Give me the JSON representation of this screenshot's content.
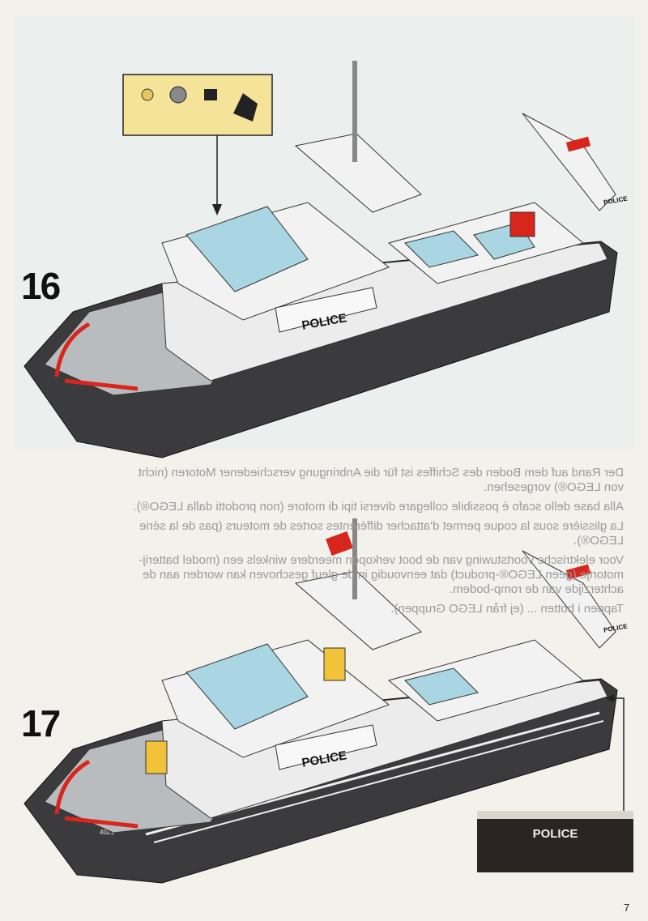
{
  "steps": [
    {
      "number": "16",
      "label": "POLICE",
      "rear_sign": "POLICE"
    },
    {
      "number": "17",
      "label": "POLICE",
      "rear_sign": "POLICE",
      "hull_number": "4021"
    }
  ],
  "inset": {
    "label": "POLICE"
  },
  "page_number": "7",
  "bleed_through_text": [
    "Der Rand auf dem Boden des Schiffes ist für die Anbringung verschiedener Motoren (nicht von LEGO®) vorgesehen.",
    "Alla base dello scafo è possibile collegare diversi tipi di motore (non prodotti dalla LEGO®).",
    "La glissière sous la coque permet d'attacher différentes sortes de moteurs (pas de la série LEGO®).",
    "Voor elektrische voortstuwing van de boot verkopen meerdere winkels een (model batterij-motortje (geen LEGO®-product) dat eenvoudig in de gleuf geschoven kan worden aan de achterzijde van de romp-bodem.",
    "Tappen i botten ... (ej från LEGO Gruppen)."
  ],
  "colors": {
    "hull": "#3b3b3d",
    "deck": "#b9bcbf",
    "trans_blue": "#a9d6e2",
    "red": "#d8261c",
    "callout": "#f6e39a"
  }
}
